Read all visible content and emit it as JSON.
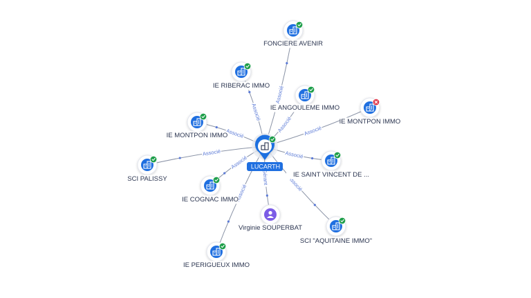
{
  "colors": {
    "node_blue": "#1f6fe0",
    "badge_ok": "#1e9e4a",
    "badge_error": "#e0364a",
    "person_purple": "#7b5ce6",
    "edge": "#8a93a6",
    "edge_label": "#5b7ad6"
  },
  "center": {
    "label": "LUCARTH",
    "icon": "building-icon",
    "status": "ok"
  },
  "nodes": [
    {
      "id": "fonciere-avenir",
      "label": "FONCIERE AVENIR",
      "icon": "building-icon",
      "status": "ok",
      "edge_label": "Associé"
    },
    {
      "id": "ie-riberac-immo",
      "label": "IE RIBERAC IMMO",
      "icon": "building-icon",
      "status": "ok",
      "edge_label": "Associé"
    },
    {
      "id": "ie-angouleme-immo",
      "label": "IE ANGOULEME IMMO",
      "icon": "building-icon",
      "status": "ok",
      "edge_label": "Associé"
    },
    {
      "id": "ie-montpon-immo-right",
      "label": "IE MONTPON IMMO",
      "icon": "building-icon",
      "status": "error",
      "edge_label": "Associé"
    },
    {
      "id": "ie-montpon-immo-left",
      "label": "IE MONTPON IMMO",
      "icon": "building-icon",
      "status": "ok",
      "edge_label": "Associé"
    },
    {
      "id": "sci-palissy",
      "label": "SCI PALISSY",
      "icon": "building-icon",
      "status": "ok",
      "edge_label": "Associé"
    },
    {
      "id": "ie-saint-vincent",
      "label": "IE SAINT VINCENT DE ...",
      "icon": "building-icon",
      "status": "ok",
      "edge_label": "Associé"
    },
    {
      "id": "ie-cognac-immo",
      "label": "IE COGNAC IMMO",
      "icon": "building-icon",
      "status": "ok",
      "edge_label": "Associé"
    },
    {
      "id": "virginie-souperbat",
      "label": "Virginie SOUPERBAT",
      "icon": "person-icon",
      "status": "none",
      "edge_label": "Gérant"
    },
    {
      "id": "sci-aquitaine-immo",
      "label": "SCI \"AQUITAINE IMMO\"",
      "icon": "building-icon",
      "status": "ok",
      "edge_label": "Associé"
    },
    {
      "id": "ie-perigueux-immo",
      "label": "IE PERIGUEUX IMMO",
      "icon": "building-icon",
      "status": "ok",
      "edge_label": "Associé"
    }
  ]
}
